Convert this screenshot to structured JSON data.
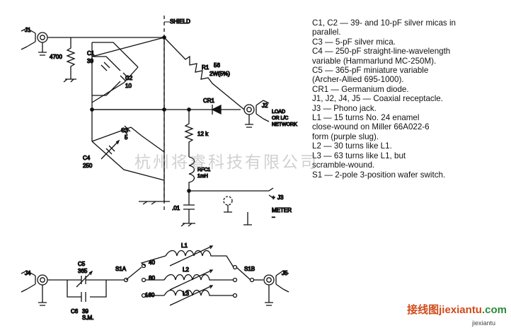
{
  "schematic": {
    "labels": {
      "j1": "J1",
      "r4700": "4700",
      "shield": "SHIELD",
      "c1": "C1",
      "c1_val": "39",
      "c2": "C2",
      "c2_val": "10",
      "r1": "R1",
      "r1_val": "56",
      "r1_rating": "2W(5%)",
      "cr1": "CR1",
      "j2": "J2",
      "load1": "LOAD",
      "load2": "OR L/C",
      "load3": "NETWORK",
      "c3": "C3",
      "c3_val": "5",
      "c4": "C4",
      "c4_val": "250",
      "r12k": "12 k",
      "rfc1": "RFC1",
      "rfc1_val": "1mH",
      "c01": ".01",
      "j3": "J3",
      "meter": "METER",
      "plus": "+",
      "minus": "−",
      "j4": "J4",
      "c5": "C5",
      "c5_val": "365",
      "c6": "C6",
      "c6_val": "39",
      "c6_type": "S.M.",
      "s1a": "S1A",
      "s1b": "S1B",
      "l1": "L1",
      "l2": "L2",
      "l3": "L3",
      "p40": "40",
      "p80": "80",
      "p160": "160",
      "j5": "J5"
    }
  },
  "parts_list": [
    {
      "lines": [
        "C1, C2 — 39- and 10-pF silver micas in",
        "parallel."
      ]
    },
    {
      "lines": [
        "C3 — 5-pF silver mica."
      ]
    },
    {
      "lines": [
        "C4 — 250-pF straight-line-wavelength",
        "variable (Hammarlund MC-250M)."
      ]
    },
    {
      "lines": [
        "C5 — 365-pF miniature variable",
        "(Archer-Allied 695-1000)."
      ]
    },
    {
      "lines": [
        "CR1 — Germanium diode."
      ]
    },
    {
      "lines": [
        "J1, J2, J4, J5 — Coaxial receptacle."
      ]
    },
    {
      "lines": [
        "J3 — Phono jack."
      ]
    },
    {
      "lines": [
        "L1 — 15 turns No. 24 enamel",
        "close-wound on Miller 66A022-6",
        "form (purple slug)."
      ]
    },
    {
      "lines": [
        "L2 — 30 turns like L1."
      ]
    },
    {
      "lines": [
        "L3 — 63 turns like L1, but",
        "scramble-wound."
      ]
    },
    {
      "lines": [
        "S1 — 2-pole 3-position wafer switch."
      ]
    }
  ],
  "watermark": "杭州将睿科技有限公司",
  "brand": {
    "main": "jiexiantu",
    "dot": ".com",
    "sub": "jiexiantu",
    "prefix": "接线图"
  }
}
